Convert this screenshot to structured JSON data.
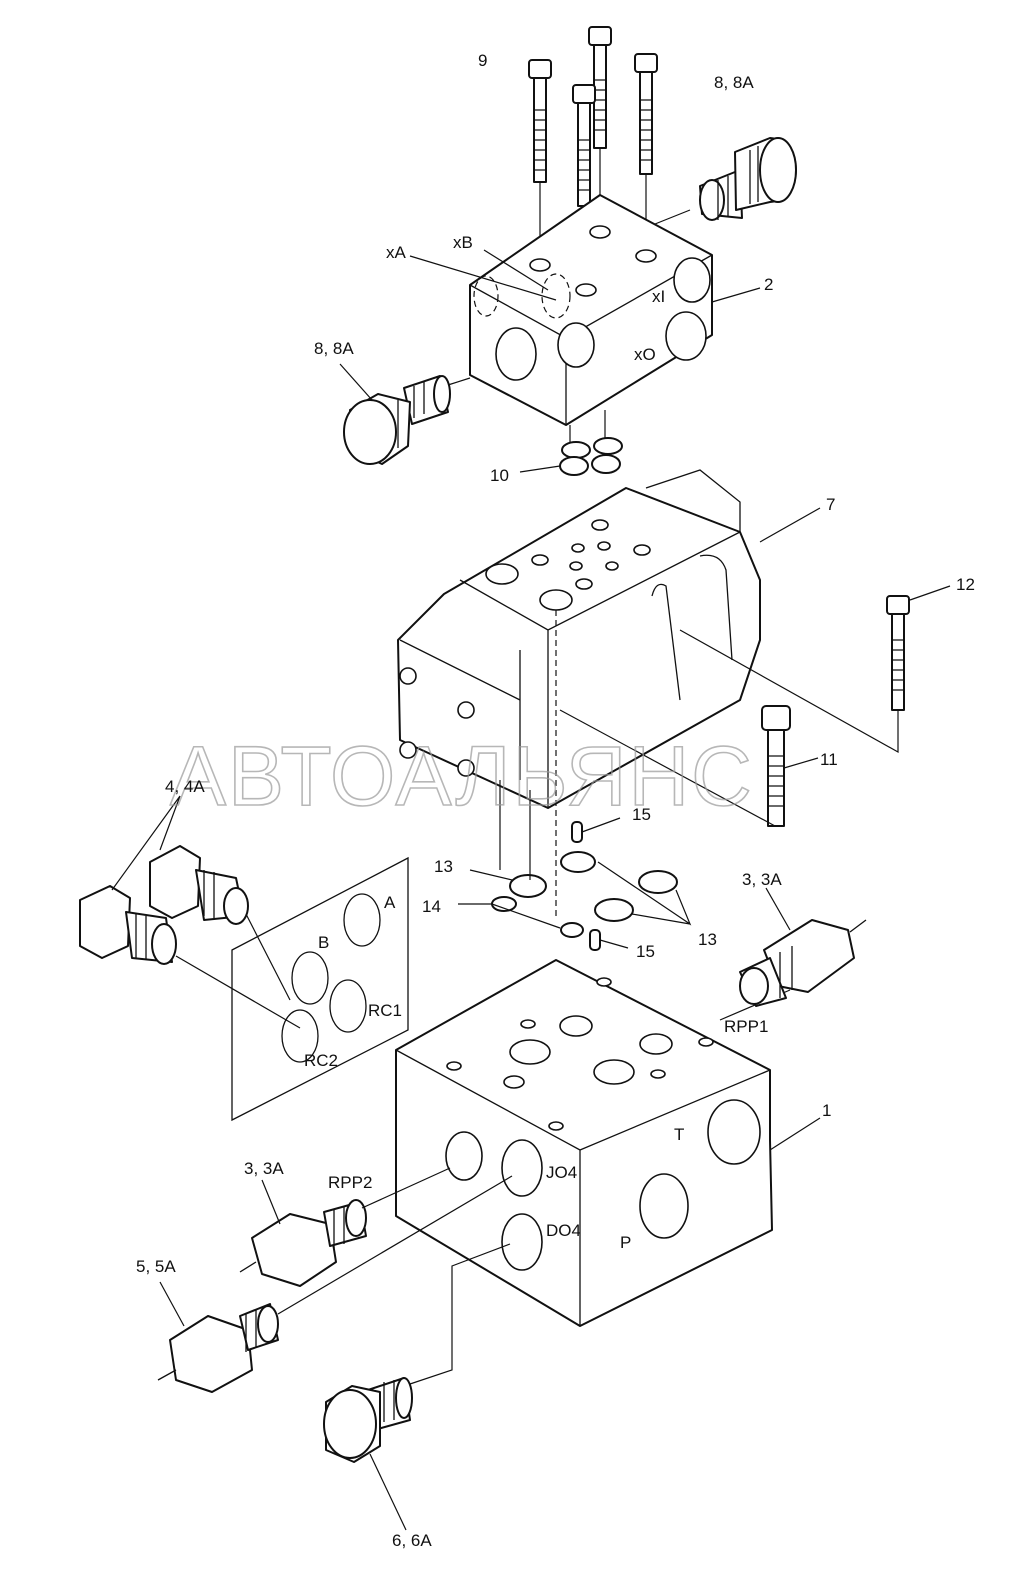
{
  "watermark": "АВТОАЛЬЯНС",
  "callouts": [
    {
      "id": "c9",
      "text": "9"
    },
    {
      "id": "c8a_top",
      "text": "8, 8A"
    },
    {
      "id": "cxA",
      "text": "xA"
    },
    {
      "id": "cxB",
      "text": "xB"
    },
    {
      "id": "cxI",
      "text": "xI"
    },
    {
      "id": "c2",
      "text": "2"
    },
    {
      "id": "cxO",
      "text": "xO"
    },
    {
      "id": "c8a_left",
      "text": "8, 8A"
    },
    {
      "id": "c10",
      "text": "10"
    },
    {
      "id": "c7",
      "text": "7"
    },
    {
      "id": "c12",
      "text": "12"
    },
    {
      "id": "c11",
      "text": "11"
    },
    {
      "id": "c4a",
      "text": "4, 4A"
    },
    {
      "id": "c15a",
      "text": "15"
    },
    {
      "id": "c13a",
      "text": "13"
    },
    {
      "id": "c14",
      "text": "14"
    },
    {
      "id": "c13b",
      "text": "13"
    },
    {
      "id": "c15b",
      "text": "15"
    },
    {
      "id": "cA",
      "text": "A"
    },
    {
      "id": "cB",
      "text": "B"
    },
    {
      "id": "cRC1",
      "text": "RC1"
    },
    {
      "id": "cRC2",
      "text": "RC2"
    },
    {
      "id": "c3a_right",
      "text": "3, 3A"
    },
    {
      "id": "cRPP1",
      "text": "RPP1"
    },
    {
      "id": "c1",
      "text": "1"
    },
    {
      "id": "cT",
      "text": "T"
    },
    {
      "id": "c3a_left",
      "text": "3, 3A"
    },
    {
      "id": "cRPP2",
      "text": "RPP2"
    },
    {
      "id": "cJO4",
      "text": "JO4"
    },
    {
      "id": "cDO4",
      "text": "DO4"
    },
    {
      "id": "cP",
      "text": "P"
    },
    {
      "id": "c5a",
      "text": "5, 5A"
    },
    {
      "id": "c6a",
      "text": "6, 6A"
    }
  ]
}
